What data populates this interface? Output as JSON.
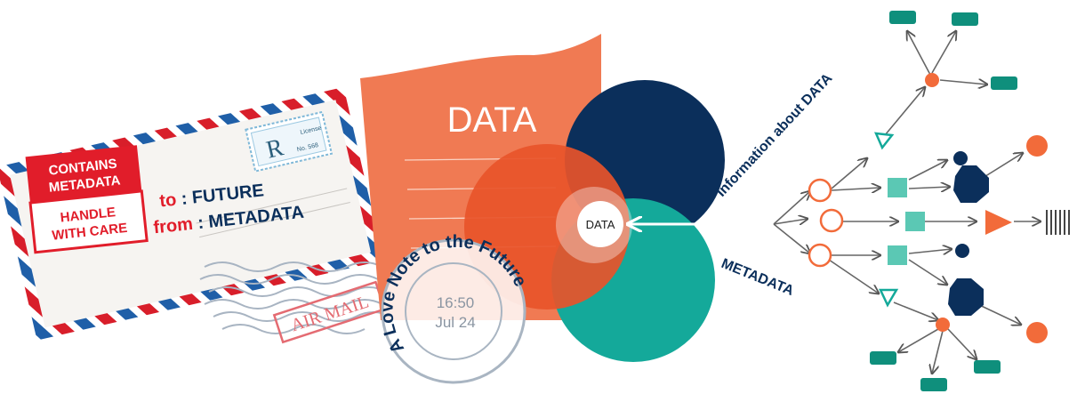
{
  "envelope": {
    "label_top_line1": "CONTAINS",
    "label_top_line2": "METADATA",
    "label_bottom_line1": "HANDLE",
    "label_bottom_line2": "WITH CARE",
    "to_prefix": "to",
    "to_value": ": FUTURE",
    "from_prefix": "from",
    "from_value": ": METADATA",
    "stamp_letter": "R",
    "stamp_license": "License",
    "stamp_number": "No. 568",
    "airmail": "AIR MAIL"
  },
  "postmark": {
    "arc_text": "A Love Note to the Future",
    "time": "16:50",
    "date": "Jul 24"
  },
  "document": {
    "title": "DATA"
  },
  "venn": {
    "center_label": "DATA"
  },
  "tree": {
    "upper_label": "Information about DATA",
    "lower_label": "METADATA"
  },
  "colors": {
    "red": "#e11d2a",
    "document_orange": "#f07a53",
    "venn_orange": "#e8542a",
    "navy": "#0b2f5b",
    "teal": "#14a99a",
    "light_teal": "#5bc8b4",
    "airmail_blue": "#1f5fa8",
    "node_orange": "#f26b3a"
  },
  "icons": [
    "envelope-icon",
    "stamp-icon",
    "postmark-icon",
    "document-icon",
    "arrow-left-icon",
    "barcode-icon"
  ]
}
